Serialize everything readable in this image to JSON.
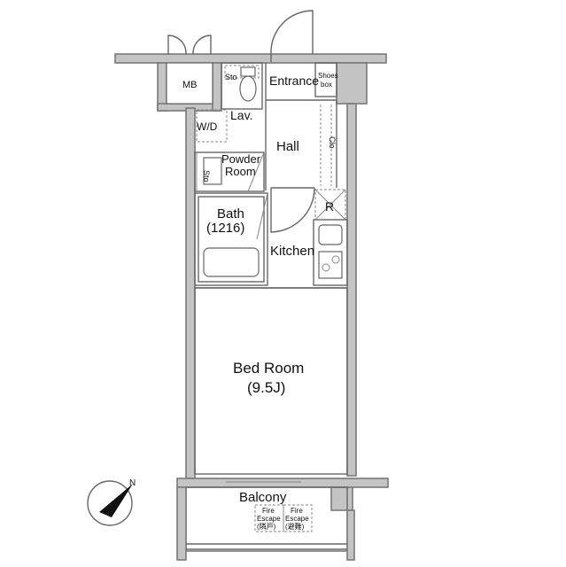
{
  "rooms": {
    "mb": "MB",
    "sto1": "Sto",
    "lav": "Lav.",
    "entrance": "Entrance",
    "shoes_1": "Shoes",
    "shoes_2": "box",
    "wd": "W/D",
    "hall": "Hall",
    "clo": "Clo",
    "powder_1": "Powder",
    "powder_2": "Room",
    "sto2": "Sto",
    "refrigerator": "R",
    "bath_1": "Bath",
    "bath_2": "(1216)",
    "kitchen": "Kitchen",
    "bedroom_1": "Bed Room",
    "bedroom_2": "(9.5J)",
    "balcony": "Balcony"
  },
  "fire_escapes": [
    {
      "line1": "Fire",
      "line2": "Escape",
      "line3": "(隣戸)"
    },
    {
      "line1": "Fire",
      "line2": "Escape",
      "line3": "(避難)"
    }
  ],
  "compass": {
    "north_label": "N"
  }
}
